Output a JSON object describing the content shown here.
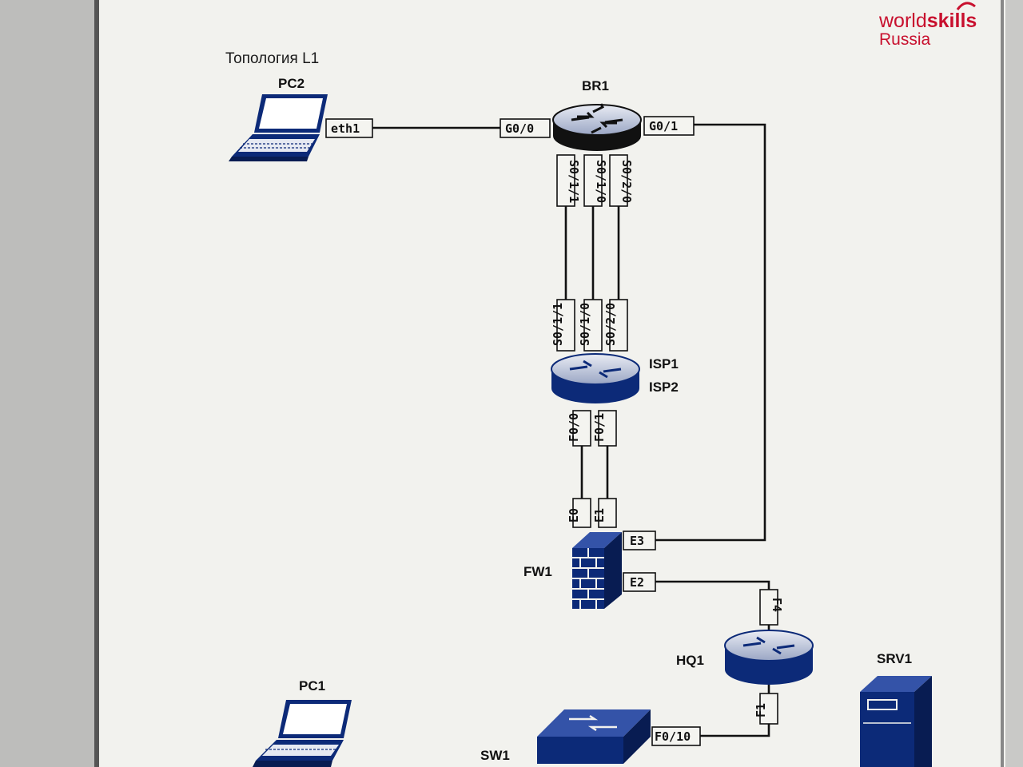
{
  "title": "Топология L1",
  "logo": {
    "line1_a": "world",
    "line1_b": "skills",
    "line2": "Russia",
    "color": "#c8102e"
  },
  "colors": {
    "device": "#0c2a78",
    "device_dark": "#081c52",
    "router_br1": "#111111",
    "slide_bg": "#f2f2ee",
    "outer_bg": "#c9c9c7"
  },
  "devices": {
    "pc2": {
      "label": "PC2",
      "icon": "laptop-icon"
    },
    "br1": {
      "label": "BR1",
      "icon": "router-icon"
    },
    "isp": {
      "label1": "ISP1",
      "label2": "ISP2",
      "icon": "router-icon"
    },
    "fw1": {
      "label": "FW1",
      "icon": "firewall-icon"
    },
    "hq1": {
      "label": "HQ1",
      "icon": "router-icon"
    },
    "srv1": {
      "label": "SRV1",
      "icon": "server-icon"
    },
    "pc1": {
      "label": "PC1",
      "icon": "laptop-icon"
    },
    "sw1": {
      "label": "SW1",
      "icon": "switch-icon"
    }
  },
  "ports": {
    "pc2_eth1": "eth1",
    "br1_g00": "G0/0",
    "br1_g01": "G0/1",
    "br1_s011": "S0/1/1",
    "br1_s010": "S0/1/0",
    "br1_s020": "S0/2/0",
    "isp_s011": "S0/1/1",
    "isp_s010": "S0/1/0",
    "isp_s020": "S0/2/0",
    "isp_f00": "F0/0",
    "isp_f01": "F0/1",
    "fw_e0": "E0",
    "fw_e1": "E1",
    "fw_e3": "E3",
    "fw_e2": "E2",
    "hq_f4": "F4",
    "hq_f1": "F1",
    "sw_f010": "F0/10"
  }
}
